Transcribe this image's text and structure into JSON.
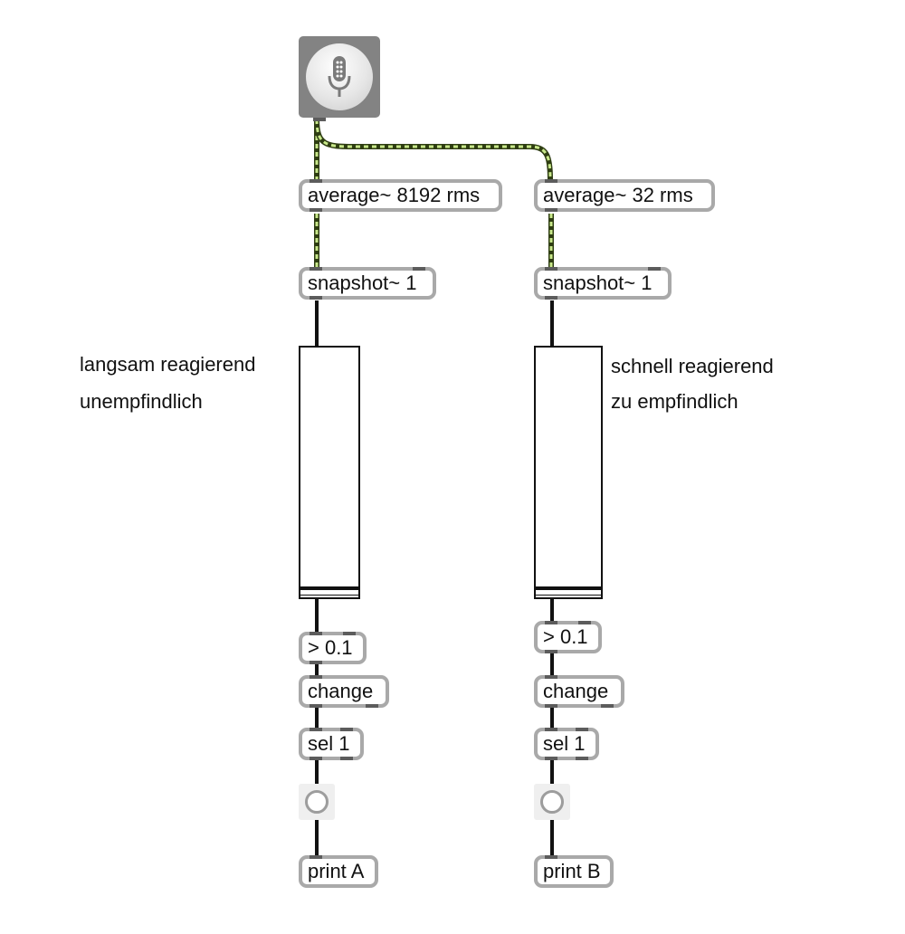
{
  "patch": {
    "adc_icon": "microphone-icon",
    "left": {
      "average_label": "average~ 8192 rms",
      "snapshot_label": "snapshot~ 1",
      "comment_line1": "langsam reagierend",
      "comment_line2": "unempfindlich",
      "slider_level": 0.03,
      "compare_label": "> 0.1",
      "change_label": "change",
      "sel_label": "sel 1",
      "print_label": "print A"
    },
    "right": {
      "average_label": "average~ 32 rms",
      "snapshot_label": "snapshot~ 1",
      "comment_line1": "schnell reagierend",
      "comment_line2": "zu empfindlich",
      "slider_level": 0.03,
      "compare_label": "> 0.1",
      "change_label": "change",
      "sel_label": "sel 1",
      "print_label": "print B"
    }
  },
  "colors": {
    "signal_cord": "#c8e88a",
    "control_cord": "#111111",
    "object_border": "#a9a9a9",
    "port": "#5c5c5c",
    "adc_background": "#838383"
  }
}
